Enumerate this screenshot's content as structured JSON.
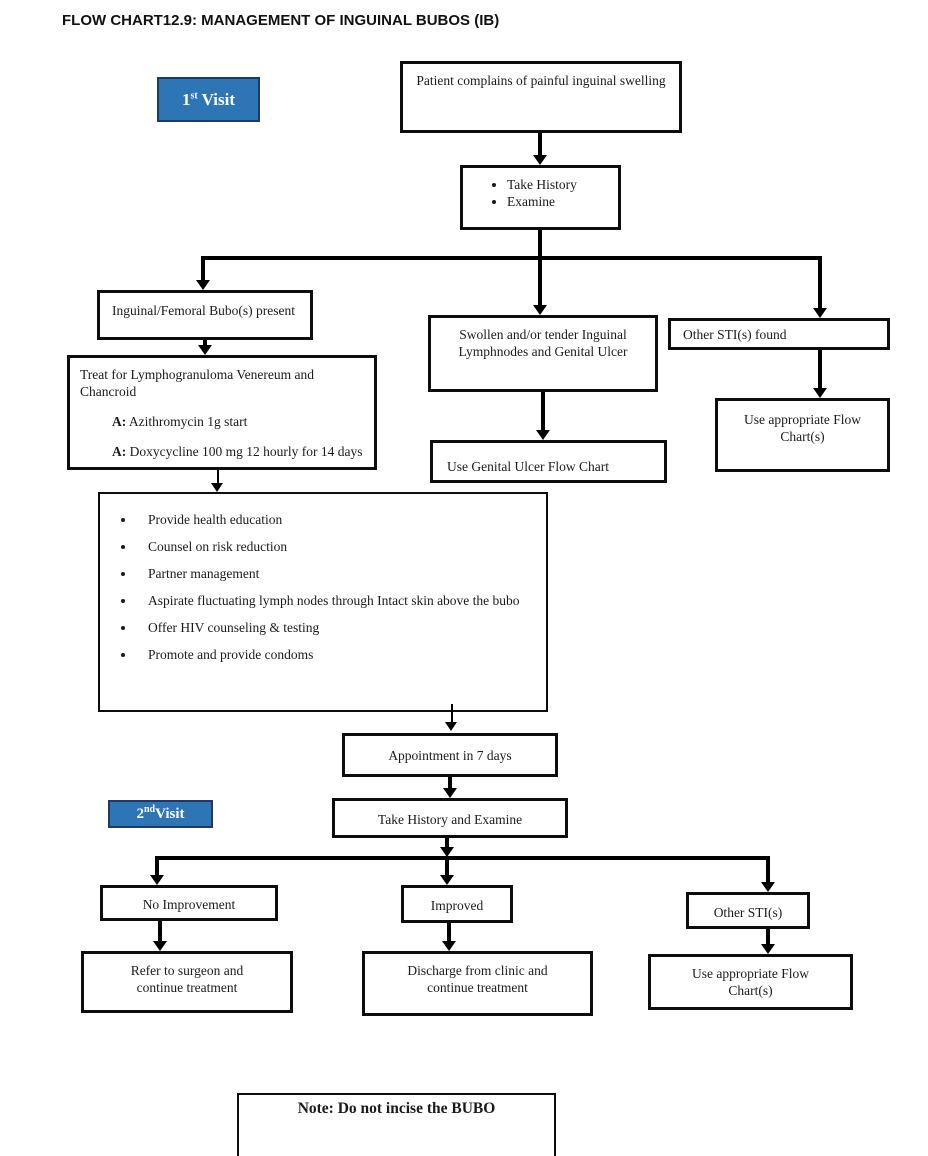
{
  "page": {
    "title": "FLOW CHART12.9: MANAGEMENT OF INGUINAL BUBOS (IB)"
  },
  "colors": {
    "accent_blue": "#2E75B6",
    "blue_border": "#1F3864",
    "box_border": "#0d0d0d",
    "connector": "#000000"
  },
  "visits": {
    "visit1": {
      "num": "1",
      "sup": "st",
      "rest": " Visit"
    },
    "visit2": {
      "num": "2",
      "sup": "nd",
      "rest": "Visit"
    }
  },
  "nodes": {
    "patient": "Patient complains of painful inguinal swelling",
    "history1_items": [
      "Take History",
      "Examine"
    ],
    "inguinal": "Inguinal/Femoral Bubo(s) present",
    "treat_line1": "Treat for Lymphogranuloma Venereum and Chancroid",
    "treat_items": [
      {
        "prefix": "A:",
        "text": " Azithromycin 1g start"
      },
      {
        "prefix": "A:",
        "text": " Doxycycline 100 mg 12 hourly for 14 days"
      }
    ],
    "swollen": "Swollen and/or tender Inguinal Lymphnodes and Genital Ulcer",
    "other_sti_found": "Other STI(s) found",
    "genital_ulcer": "Use Genital Ulcer Flow Chart",
    "use_flow_1": "Use appropriate Flow Chart(s)",
    "care_items": [
      "Provide health education",
      "Counsel on risk reduction",
      "Partner management",
      "Aspirate fluctuating lymph nodes through Intact skin above the  bubo",
      "Offer HIV counseling & testing",
      "Promote and provide condoms"
    ],
    "appointment": "Appointment in 7 days",
    "history2": "Take History and Examine",
    "no_improvement": "No Improvement",
    "improved": "Improved",
    "other_sti_2": "Other STI(s)",
    "refer": "Refer to surgeon and continue treatment",
    "discharge": "Discharge from clinic and continue treatment",
    "use_flow_2": "Use appropriate Flow Chart(s)",
    "note": "Note: Do not incise the BUBO"
  }
}
